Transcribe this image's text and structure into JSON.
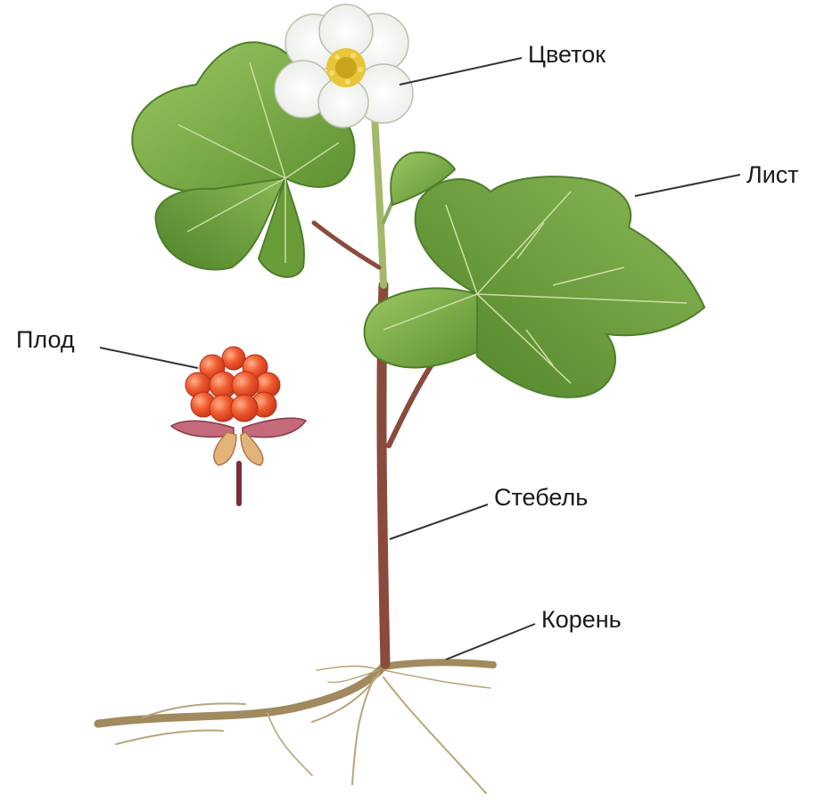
{
  "labels": {
    "flower": "Цветок",
    "leaf": "Лист",
    "fruit": "Плод",
    "stem": "Стебель",
    "root": "Корень"
  },
  "colors": {
    "leaf_fill": "#7fb24a",
    "leaf_dark": "#4e7f2a",
    "leaf_vein": "#c9dca0",
    "stem": "#8a4a3c",
    "root": "#a08a5e",
    "petal": "#ffffff",
    "flower_center": "#e8c63a",
    "berry": "#ef5a2e",
    "berry_highlight": "#ffb08a",
    "sepal": "#c46a7a",
    "leader_line": "#333333"
  }
}
